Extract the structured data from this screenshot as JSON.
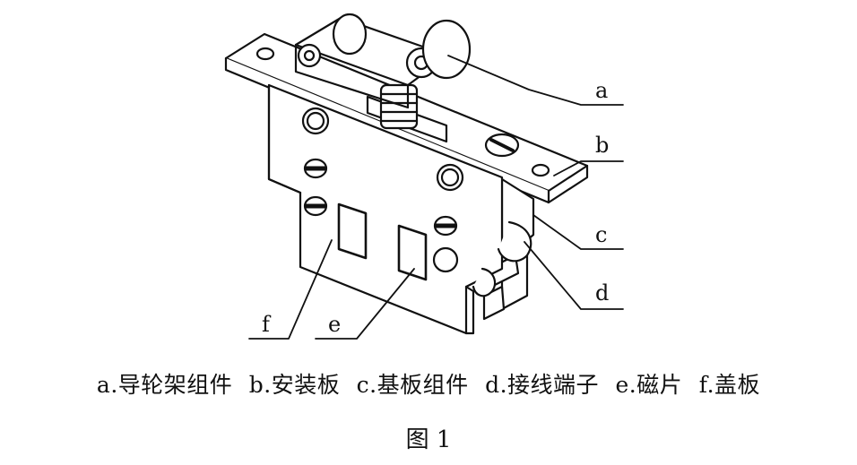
{
  "callouts": [
    {
      "id": "a",
      "letter": "a"
    },
    {
      "id": "b",
      "letter": "b"
    },
    {
      "id": "c",
      "letter": "c"
    },
    {
      "id": "d",
      "letter": "d"
    },
    {
      "id": "e",
      "letter": "e"
    },
    {
      "id": "f",
      "letter": "f"
    }
  ],
  "legend": [
    {
      "letter": "a.",
      "text": "导轮架组件"
    },
    {
      "letter": "b.",
      "text": "安装板"
    },
    {
      "letter": "c.",
      "text": "基板组件"
    },
    {
      "letter": "d.",
      "text": "接线端子"
    },
    {
      "letter": "e.",
      "text": "磁片"
    },
    {
      "letter": "f.",
      "text": "盖板"
    }
  ],
  "caption": "图 1"
}
